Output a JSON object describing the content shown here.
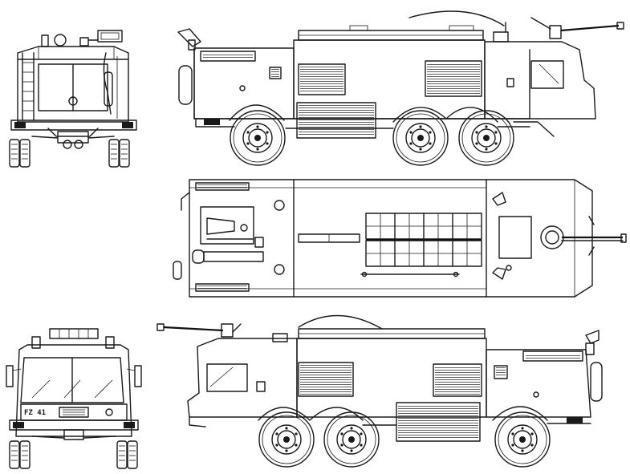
{
  "drawing": {
    "line_color": "#1a1a1a",
    "background_color": "#ffffff",
    "views": [
      "rear-view",
      "left-side-view",
      "top-view",
      "front-view",
      "right-side-view"
    ]
  },
  "front_plate": {
    "text": "FZ 41"
  }
}
